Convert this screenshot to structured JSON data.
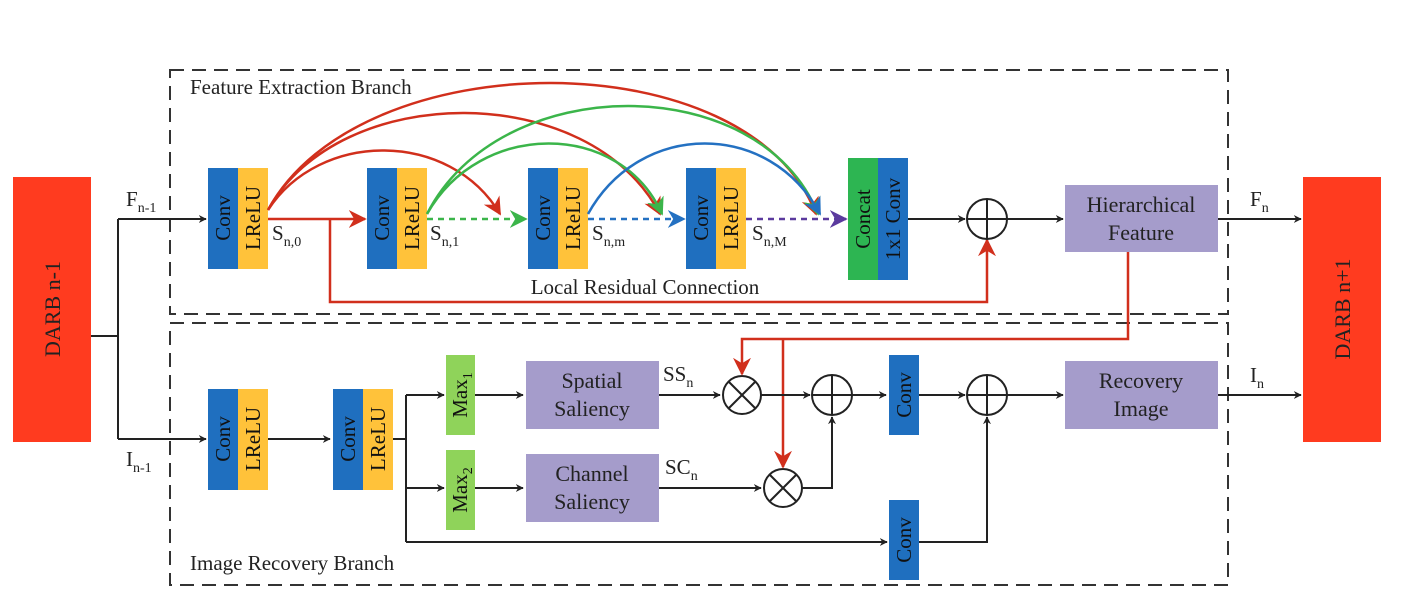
{
  "colors": {
    "darb": "#ff3b1f",
    "conv": "#1f6fbf",
    "lrelu": "#ffc23a",
    "concat": "#2db552",
    "maxpool": "#8fd35a",
    "lavender": "#a59ccb",
    "red_arrow": "#d12f1c",
    "green_arrow": "#3bb54a",
    "blue_arrow": "#2471c2",
    "purple_arrow": "#5b3a9e",
    "line": "#222222"
  },
  "darb_left": {
    "label": "DARB n-1"
  },
  "darb_right": {
    "label": "DARB n+1"
  },
  "branches": {
    "feature_extraction": "Feature Extraction Branch",
    "image_recovery": "Image Recovery Branch"
  },
  "inputs": {
    "f_prev": {
      "base": "F",
      "sub": "n-1"
    },
    "i_prev": {
      "base": "I",
      "sub": "n-1"
    }
  },
  "outputs": {
    "f_out": {
      "base": "F",
      "sub": "n"
    },
    "i_out": {
      "base": "I",
      "sub": "n"
    }
  },
  "blocks": {
    "conv": "Conv",
    "lrelu": "LReLU",
    "concat": "Concat",
    "conv1x1": "1x1 Conv"
  },
  "state_labels": [
    {
      "base": "S",
      "sub": "n,0"
    },
    {
      "base": "S",
      "sub": "n,1"
    },
    {
      "base": "S",
      "sub": "n,m"
    },
    {
      "base": "S",
      "sub": "n,M"
    }
  ],
  "local_residual": "Local Residual Connection",
  "hierarchical": {
    "line1": "Hierarchical",
    "line2": "Feature"
  },
  "recovery": {
    "line1": "Recovery",
    "line2": "Image"
  },
  "spatial": {
    "line1": "Spatial",
    "line2": "Saliency"
  },
  "channel": {
    "line1": "Channel",
    "line2": "Saliency"
  },
  "max1": {
    "base": "Max",
    "sub": "1"
  },
  "max2": {
    "base": "Max",
    "sub": "2"
  },
  "ss": {
    "base": "SS",
    "sub": "n"
  },
  "sc": {
    "base": "SC",
    "sub": "n"
  }
}
